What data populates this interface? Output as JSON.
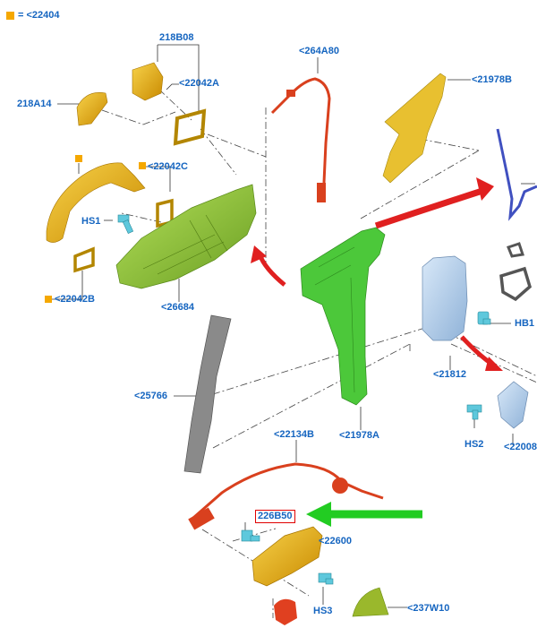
{
  "legend": {
    "text": "= <22404",
    "color": "#f5a800"
  },
  "labels": {
    "l_218B08": "218B08",
    "l_22042A": "<22042A",
    "l_218A14": "218A14",
    "l_264A80": "<264A80",
    "l_21978B": "<21978B",
    "l_22042C": "<22042C",
    "l_HS1": "HS1",
    "l_22042B": "<22042B",
    "l_26684": "<26684",
    "l_HB1": "HB1",
    "l_21812": "<21812",
    "l_25766": "<25766",
    "l_21978A": "<21978A",
    "l_HS2": "HS2",
    "l_22008": "<22008",
    "l_22134B": "<22134B",
    "l_226B50": "226B50",
    "l_22600": "<22600",
    "l_HS3": "HS3",
    "l_237W10": "<237W10"
  },
  "colors": {
    "label": "#1565c0",
    "handle_yellow": "#e8b400",
    "bracket_green": "#4cc83a",
    "carrier_green": "#8bc34a",
    "cable_red": "#d9401e",
    "arrow_red": "#e02020",
    "arrow_green": "#22cc22",
    "cap_teal": "#5ec8dc",
    "latch_blue": "#a8c8e8",
    "rod_blue": "#4050c0",
    "seal_gray": "#808080"
  },
  "highlighted_label": "226B50"
}
